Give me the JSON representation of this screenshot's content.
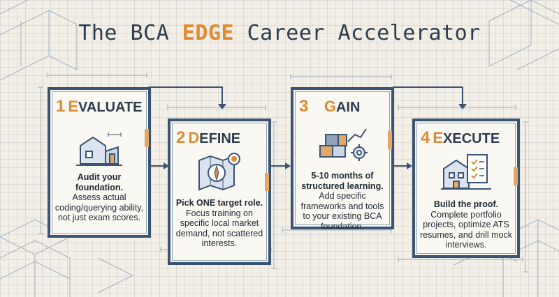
{
  "title": {
    "pre": "The BCA ",
    "highlight": "EDGE",
    "post": " Career Accelerator"
  },
  "steps": [
    {
      "number": "1",
      "lead": "E",
      "rest": "VALUATE",
      "icon": "house-blueprint-icon",
      "bold": "Audit your foundation.",
      "text": "Assess actual coding/querying ability, not just exam scores."
    },
    {
      "number": "2",
      "lead": "D",
      "rest": "EFINE",
      "icon": "map-compass-target-icon",
      "bold": "Pick ONE target role.",
      "text": "Focus training on specific local market demand, not scattered interests."
    },
    {
      "number": "3",
      "lead": "G",
      "rest": "AIN",
      "icon": "blocks-gears-icon",
      "bold": "5-10 months of structured learning.",
      "text": "Add specific frameworks and tools to your existing BCA foundation."
    },
    {
      "number": "4",
      "lead": "E",
      "rest": "XECUTE",
      "icon": "building-checklist-icon",
      "bold": "Build the proof.",
      "text": "Complete portfolio projects, optimize ATS resumes, and drill mock interviews."
    }
  ],
  "colors": {
    "accent": "#e08a32",
    "frame": "#3c5473",
    "text": "#2d3c4e"
  }
}
